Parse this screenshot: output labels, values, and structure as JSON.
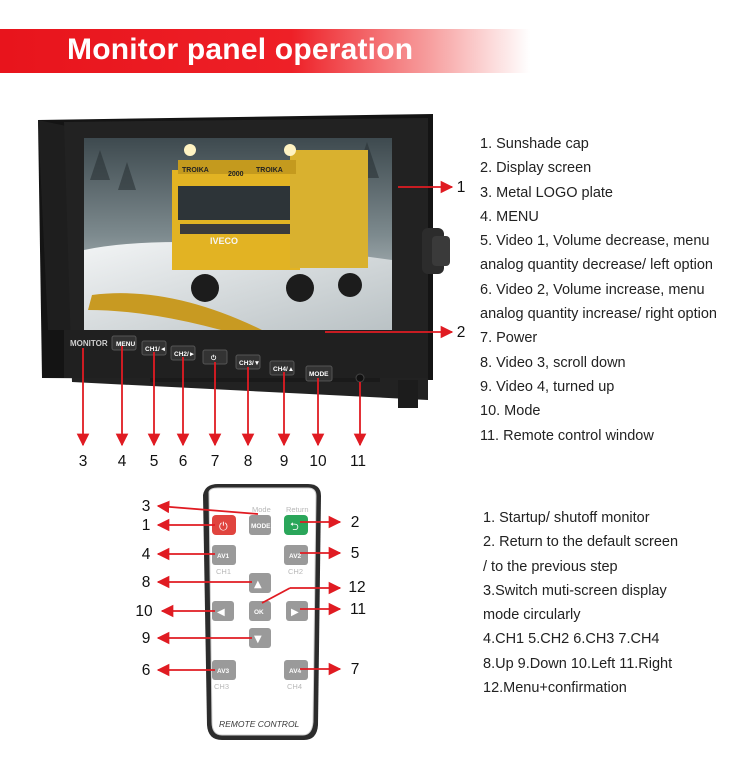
{
  "banner": {
    "title": "Monitor panel operation"
  },
  "monitor": {
    "brand": "MONITOR",
    "truck_text": {
      "left": "TROIKA",
      "center": "2000",
      "right": "TROIKA",
      "grille": "IVECO"
    },
    "buttons": [
      "MENU",
      "CH1/◄",
      "CH2/►",
      "⏻",
      "CH3/▼",
      "CH4/▲",
      "MODE"
    ],
    "callouts_right": [
      "1",
      "2"
    ],
    "callouts_bottom": [
      "3",
      "4",
      "5",
      "6",
      "7",
      "8",
      "9",
      "10",
      "11"
    ]
  },
  "monitor_list": [
    "1. Sunshade cap",
    "2. Display screen",
    "3. Metal LOGO plate",
    "4. MENU",
    "5. Video 1, Volume decrease, menu",
    "analog quantity decrease/ left option",
    "6. Video 2, Volume increase, menu",
    "analog quantity increase/ right option",
    "7. Power",
    "8. Video 3, scroll down",
    "9. Video 4, turned up",
    "10. Mode",
    "11. Remote control window"
  ],
  "remote": {
    "label_mode": "Mode",
    "label_return": "Return",
    "btn_mode": "MODE",
    "btn_av1": "AV1",
    "btn_av2": "AV2",
    "btn_av3": "AV3",
    "btn_av4": "AV4",
    "btn_ok": "OK",
    "ch1": "CH1",
    "ch2": "CH2",
    "ch3": "CH3",
    "ch4": "CH4",
    "footer": "REMOTE CONTROL",
    "callouts": {
      "c1": "1",
      "c2": "2",
      "c3": "3",
      "c4": "4",
      "c5": "5",
      "c6": "6",
      "c7": "7",
      "c8": "8",
      "c9": "9",
      "c10": "10",
      "c11": "11",
      "c12": "12"
    }
  },
  "remote_list": [
    "1. Startup/  shutoff monitor",
    "2. Return to the default screen",
    "/ to the previous step",
    "3.Switch muti-screen display",
    "mode circularly",
    "4.CH1   5.CH2  6.CH3 7.CH4",
    "8.Up  9.Down 10.Left 11.Right",
    "12.Menu+confirmation"
  ],
  "colors": {
    "accent": "#e8141c",
    "arrow": "#e01b22",
    "button_green": "#2aa65a",
    "button_red": "#e0443e"
  }
}
